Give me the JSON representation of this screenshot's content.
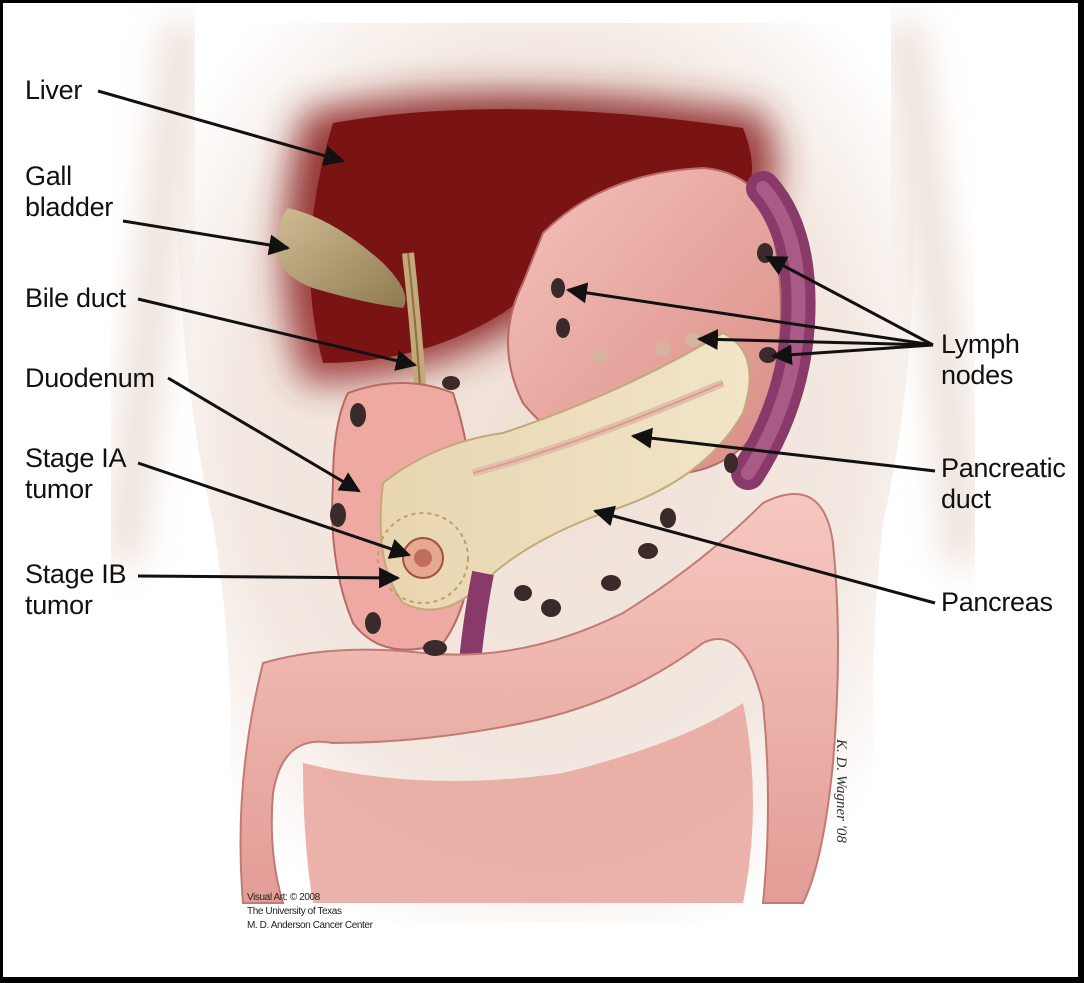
{
  "labels": {
    "liver": "Liver",
    "gall_bladder": [
      "Gall",
      "bladder"
    ],
    "bile_duct": "Bile duct",
    "duodenum": "Duodenum",
    "stage_ia_tumor": [
      "Stage IA",
      "tumor"
    ],
    "stage_ib_tumor": [
      "Stage IB",
      "tumor"
    ],
    "lymph_nodes": [
      "Lymph",
      "nodes"
    ],
    "pancreatic_duct": [
      "Pancreatic",
      "duct"
    ],
    "pancreas": "Pancreas"
  },
  "credit": [
    "Visual Art: © 2008",
    "The University of Texas",
    "M. D. Anderson Cancer Center"
  ],
  "signature": "K. D. Wagner '08",
  "colors": {
    "skin": "#f2e6de",
    "liver": "#7a1414",
    "stomach": "#e9a8a0",
    "pancreas": "#ecdcb8",
    "intestine": "#f0b8b0",
    "vessel": "#8a3a6a",
    "lymph_node": "#3a2a2a",
    "gall_bladder": "#b8a27a"
  }
}
